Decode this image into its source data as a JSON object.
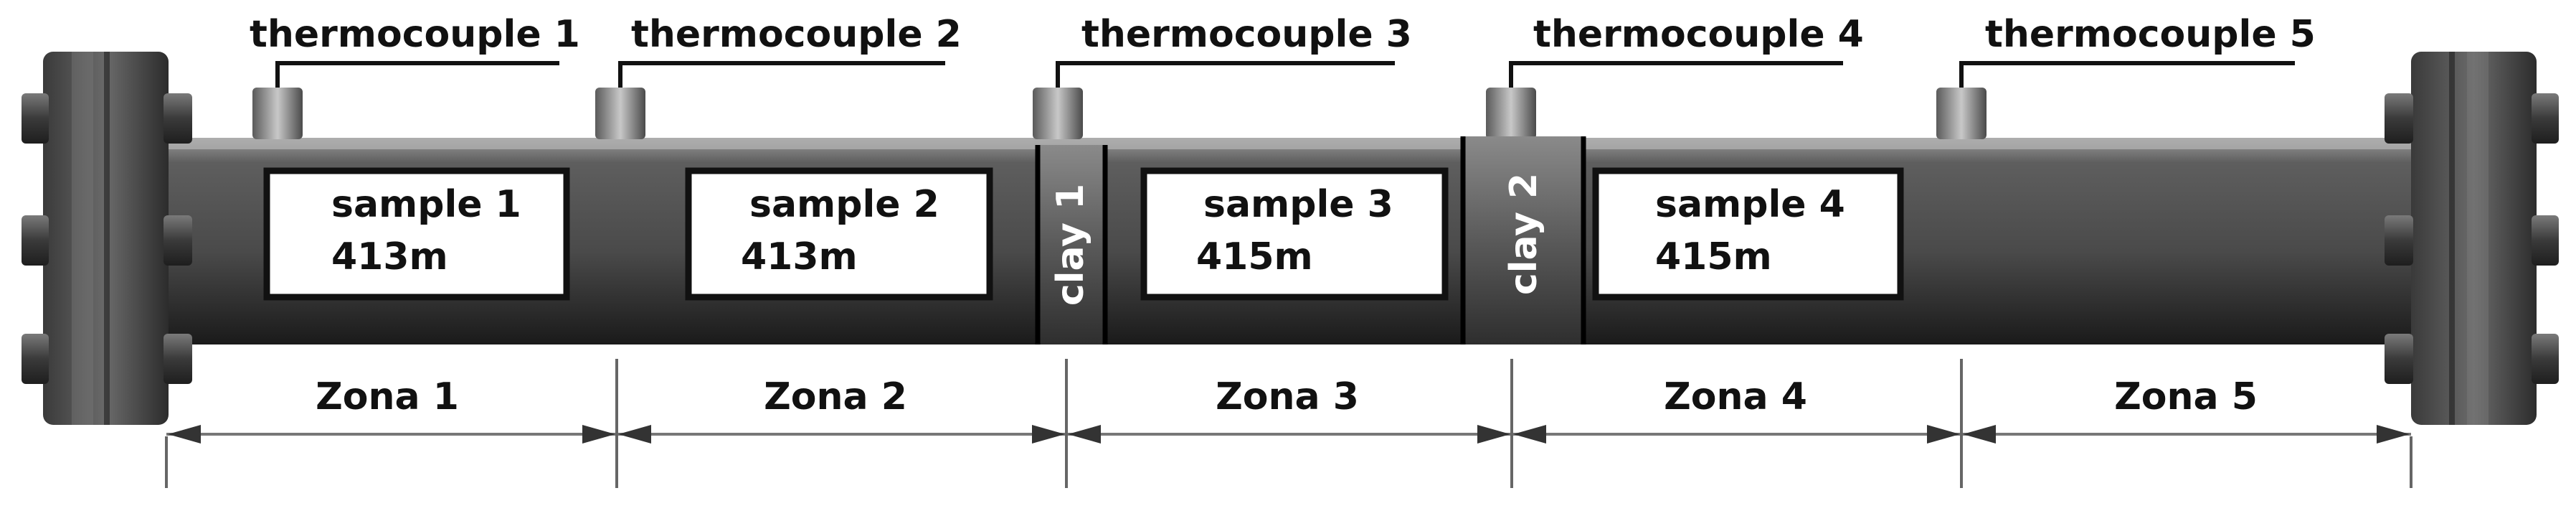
{
  "thermocouples": [
    {
      "label": "thermocouple 1"
    },
    {
      "label": "thermocouple 2"
    },
    {
      "label": "thermocouple 3"
    },
    {
      "label": "thermocouple 4"
    },
    {
      "label": "thermocouple 5"
    }
  ],
  "samples": [
    {
      "name": "sample 1",
      "depth": "413m"
    },
    {
      "name": "sample 2",
      "depth": "413m"
    },
    {
      "name": "sample 3",
      "depth": "415m"
    },
    {
      "name": "sample 4",
      "depth": "415m"
    }
  ],
  "clays": [
    {
      "label": "clay 1"
    },
    {
      "label": "clay 2"
    }
  ],
  "zones": [
    {
      "label": "Zona 1"
    },
    {
      "label": "Zona 2"
    },
    {
      "label": "Zona 3"
    },
    {
      "label": "Zona 4"
    },
    {
      "label": "Zona 5"
    }
  ]
}
